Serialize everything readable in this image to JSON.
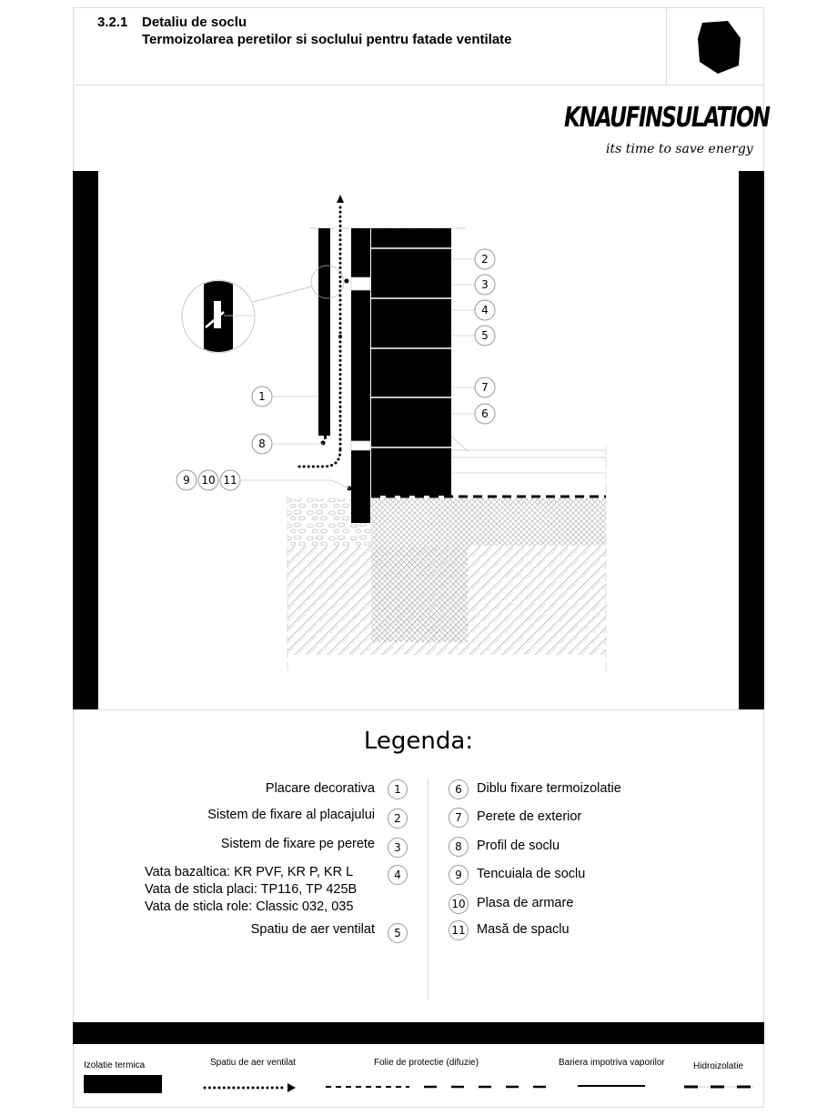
{
  "header": {
    "number": "3.2.1",
    "title": "Detaliu de soclu",
    "subtitle": "Termoizolarea peretilor si soclului pentru fatade ventilate",
    "icon": "stone-icon"
  },
  "logo": {
    "brand": "KNAUFINSULATION",
    "tagline": "its time to save energy"
  },
  "diagram": {
    "callouts": [
      "1",
      "2",
      "3",
      "4",
      "5",
      "6",
      "7",
      "8",
      "9",
      "10",
      "11"
    ],
    "colors": {
      "insulation": "#000000",
      "leader": "#bbbbbb",
      "hatch": "#999999",
      "background": "#ffffff"
    }
  },
  "legend": {
    "title": "Legenda:",
    "left": [
      {
        "num": "1",
        "label": "Placare decorativa"
      },
      {
        "num": "2",
        "label": "Sistem de fixare al placajului"
      },
      {
        "num": "3",
        "label": "Sistem de fixare pe perete"
      },
      {
        "num": "4",
        "lines": [
          "Vata bazaltica:  KR PVF, KR P, KR L",
          "Vata de sticla placi: TP116, TP 425B",
          "Vata de sticla role: Classic 032, 035"
        ]
      },
      {
        "num": "5",
        "label": "Spatiu de aer ventilat"
      }
    ],
    "right": [
      {
        "num": "6",
        "label": "Diblu fixare termoizolatie"
      },
      {
        "num": "7",
        "label": "Perete de exterior"
      },
      {
        "num": "8",
        "label": "Profil de soclu"
      },
      {
        "num": "9",
        "label": "Tencuiala de soclu"
      },
      {
        "num": "10",
        "label": "Plasa de armare"
      },
      {
        "num": "11",
        "label": "Masă de spaclu"
      }
    ]
  },
  "footer_key": {
    "items": [
      {
        "label": "Izolatie termica",
        "symbol": "solid-fill"
      },
      {
        "label": "Spatiu de aer ventilat",
        "symbol": "dotted-arrow"
      },
      {
        "label": "Folie de protectie (difuzie)",
        "symbol": "dashed-line"
      },
      {
        "label": "Bariera impotriva vaporilor",
        "symbol": "solid-line"
      },
      {
        "label": "Hidroizolatie",
        "symbol": "dash-gap-line"
      }
    ]
  }
}
